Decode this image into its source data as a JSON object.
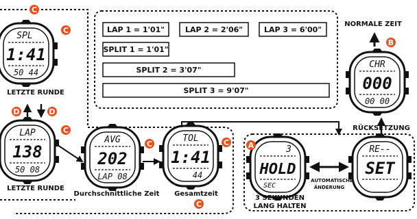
{
  "split_boxes": {
    "lap1": "LAP 1 = 1'01\"",
    "lap2": "LAP 2 = 2'06\"",
    "lap3": "LAP 3 = 6'00\"",
    "split1": "SPLIT 1 = 1'01\"",
    "split2": "SPLIT 2 = 3'07\"",
    "split3": "SPLIT 3 = 9'07\""
  },
  "watches": {
    "spl": {
      "mode": "SPL",
      "main": "1:41",
      "sub": "50 44",
      "caption": "LETZTE RUNDE"
    },
    "lap": {
      "mode": "LAP",
      "main": "138",
      "sub": "50 08",
      "caption": "LETZTE RUNDE"
    },
    "avg": {
      "mode": "AVG",
      "main": "202",
      "sub": "LAP 08",
      "caption": "Durchschnittliche Zeit"
    },
    "tol": {
      "mode": "TOL",
      "main": "1:41",
      "sub": "44",
      "caption": "Gesamtzeit"
    },
    "chr": {
      "mode": "CHR",
      "main": "000",
      "sub": "00 00"
    },
    "hold": {
      "mode": "3",
      "main": "HOLD",
      "sub": "SEC",
      "caption_line1": "3 SEKUNDEN",
      "caption_line2": "LANG HALTEN"
    },
    "set": {
      "mode": "RE--",
      "main": "SET"
    }
  },
  "labels": {
    "normale_zeit": "NORMALE ZEIT",
    "ruecksetzung": "RÜCKSETZUNG",
    "auto_line1": "AUTOMATISCHE",
    "auto_line2": "ÄNDERUNG"
  },
  "badges": {
    "a": "A",
    "b": "B",
    "c": "C",
    "d": "D"
  },
  "colors": {
    "accent": "#e8501e"
  }
}
